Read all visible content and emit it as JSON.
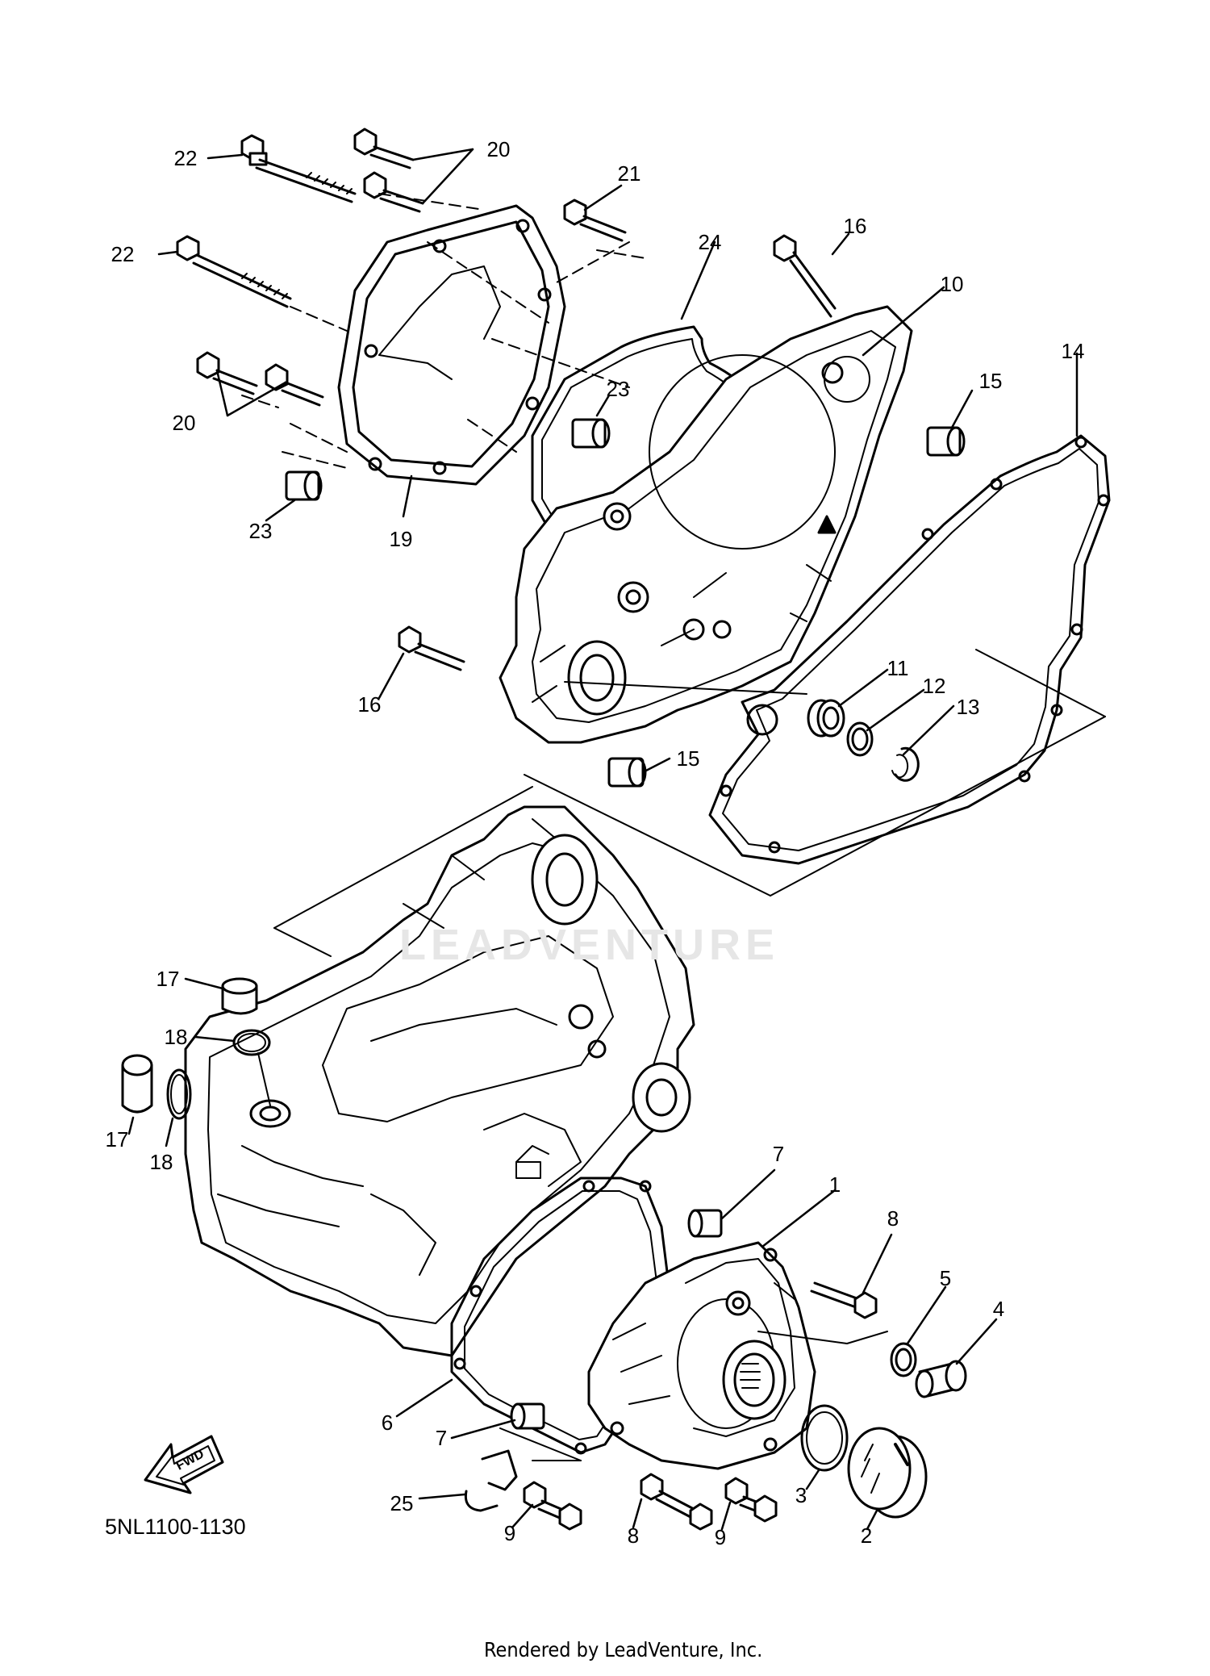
{
  "diagram_code": "5NL1100-1130",
  "credit": "Rendered by LeadVenture, Inc.",
  "watermark": "LEADVENTURE",
  "fwd_label": "FWD",
  "callouts": [
    "1",
    "2",
    "3",
    "4",
    "5",
    "6",
    "7",
    "7",
    "8",
    "8",
    "9",
    "9",
    "10",
    "11",
    "12",
    "13",
    "14",
    "15",
    "15",
    "16",
    "16",
    "17",
    "17",
    "18",
    "18",
    "19",
    "20",
    "20",
    "21",
    "22",
    "22",
    "23",
    "23",
    "24",
    "25"
  ]
}
